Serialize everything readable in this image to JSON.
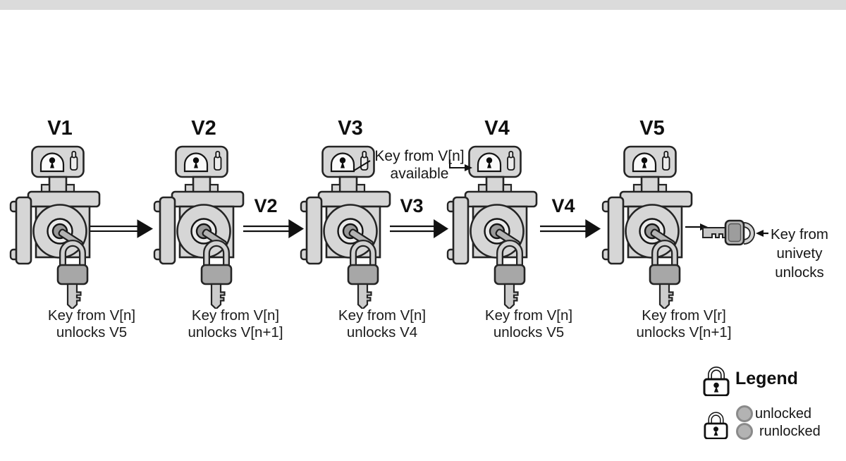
{
  "units": [
    {
      "label": "V1",
      "caption_line1": "Key from V[n]",
      "caption_line2": "unlocks V5"
    },
    {
      "label": "V2",
      "caption_line1": "Key from V[n]",
      "caption_line2": "unlocks V[n+1]"
    },
    {
      "label": "V3",
      "caption_line1": "Key from V[n]",
      "caption_line2": "unlocks V4"
    },
    {
      "label": "V4",
      "caption_line1": "Key from V[n]",
      "caption_line2": "unlocks V5"
    },
    {
      "label": "V5",
      "caption_line1": "Key from V[r]",
      "caption_line2": "unlocks V[n+1]"
    }
  ],
  "arrows": [
    {
      "label": ""
    },
    {
      "label": "V2"
    },
    {
      "label": "V3"
    },
    {
      "label": "V4"
    }
  ],
  "annotation": {
    "line1": "Key from V[n]",
    "line2": "available"
  },
  "external_key_note": {
    "line1": "Key from",
    "line2": "univety",
    "line3": "unlocks"
  },
  "legend": {
    "title": "Legend",
    "items": [
      {
        "label": "unlocked"
      },
      {
        "label": "runlocked"
      }
    ]
  },
  "colors": {
    "topbar": "#dbdbdb",
    "valve_light_gray": "#d6d6d6",
    "valve_mid_gray": "#a7a7a7",
    "knob_gray": "#999999",
    "outline": "#242424",
    "legend_dot_fill": "#b3b3b3",
    "legend_dot_ring": "#8a8a8a",
    "text": "#1a1a1a",
    "background": "#ffffff"
  }
}
